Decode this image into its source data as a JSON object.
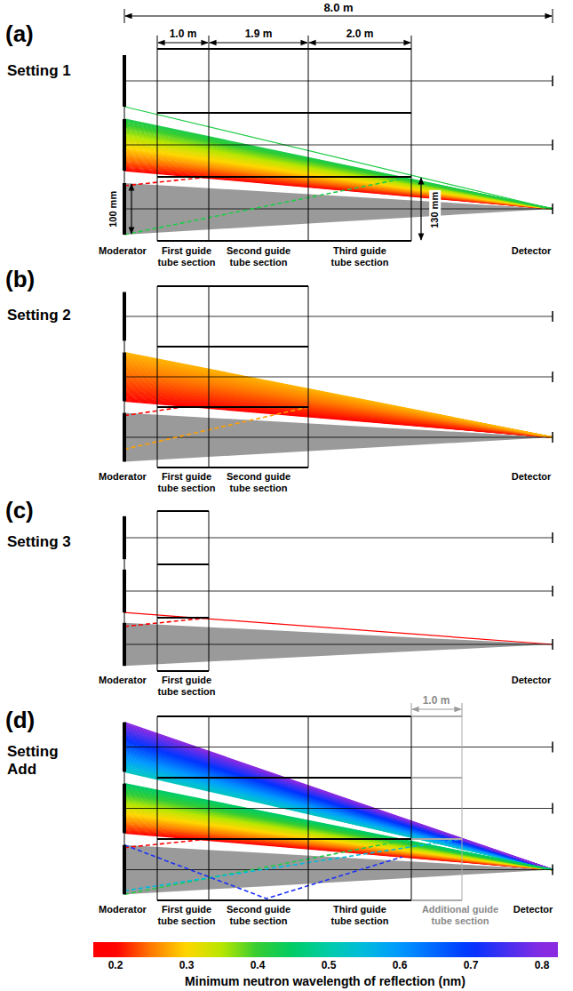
{
  "diagram": {
    "labels": [
      "(a)",
      "Setting 1",
      "8.0 m",
      "1.0 m",
      "1.9 m",
      "2.0 m",
      "100 mm",
      "130 mm",
      "Moderator",
      "First guide tube section",
      "Second guide tube section",
      "Third guide tube section",
      "Detector",
      "(b)",
      "Setting 2",
      "Moderator",
      "First guide tube section",
      "Second guide tube section",
      "Detector",
      "(c)",
      "Setting 3",
      "Moderator",
      "First guide tube section",
      "Detector",
      "(d)",
      "Setting Add",
      "1.0 m",
      "Moderator",
      "First guide tube section",
      "Second guide tube section",
      "Third guide tube section",
      "Additional guide tube section",
      "Detector",
      "0.2",
      "0.3",
      "0.4",
      "0.5",
      "0.6",
      "0.7",
      "0.8",
      "Minimum neutron wavelength of reflection (nm)"
    ]
  }
}
